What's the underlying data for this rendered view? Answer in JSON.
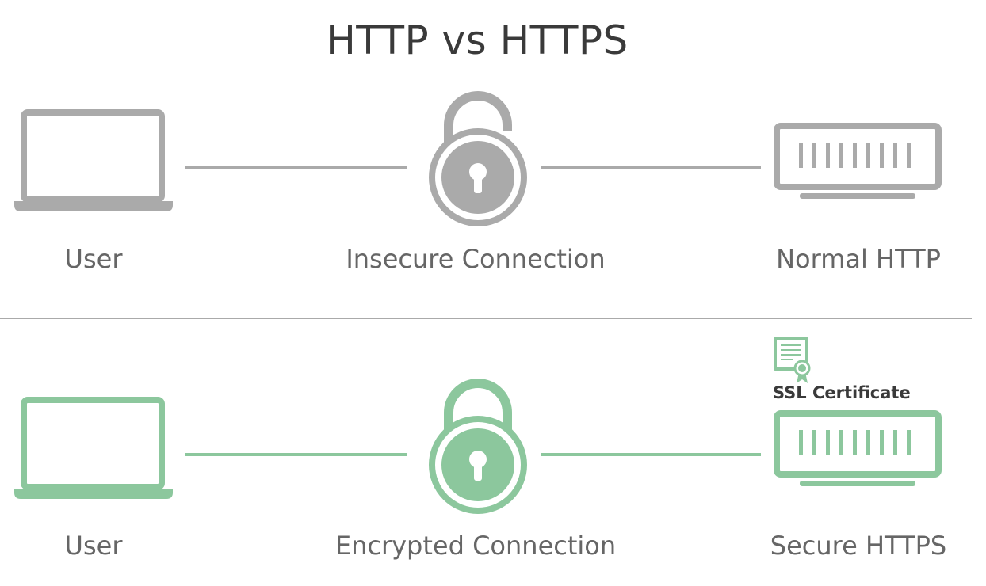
{
  "title": "HTTP vs HTTPS",
  "colors": {
    "insecure": "#aaaaaa",
    "secure": "#8cc79d",
    "text": "#666666",
    "title": "#3a3a3a"
  },
  "rows": [
    {
      "user_label": "User",
      "connection_label": "Insecure Connection",
      "server_label": "Normal HTTP",
      "lock_state": "open",
      "color_key": "insecure"
    },
    {
      "user_label": "User",
      "connection_label": "Encrypted Connection",
      "server_label": "Secure HTTPS",
      "lock_state": "closed",
      "color_key": "secure",
      "certificate_label": "SSL Certificate"
    }
  ]
}
